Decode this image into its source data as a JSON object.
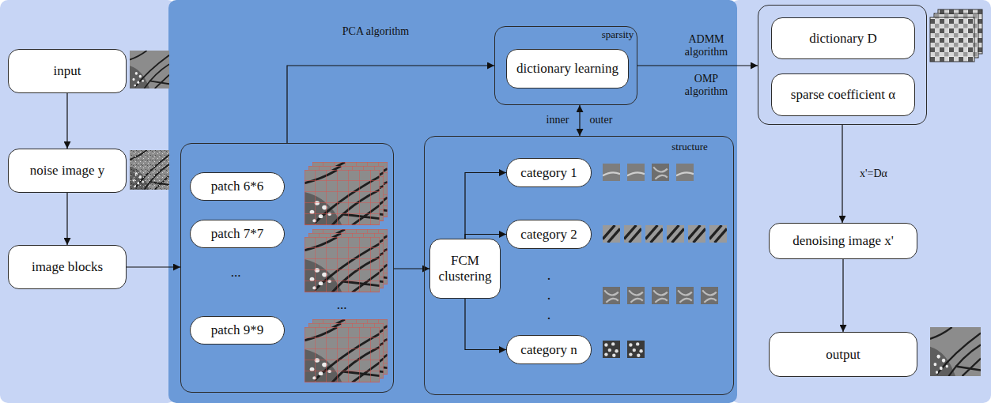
{
  "diagram": {
    "nodes": [
      {
        "text": [
          "input"
        ]
      },
      {
        "text": [
          "noise image y"
        ]
      },
      {
        "text": [
          "image blocks"
        ]
      },
      {
        "text": [
          "...",
          "..."
        ]
      },
      {
        "text": [
          "patch 6*6"
        ],
        "in": 3
      },
      {
        "text": [
          "patch 7*7"
        ],
        "in": 3
      },
      {
        "text": [
          "patch 9*9"
        ],
        "in": 3
      },
      {
        "text": [
          "sparsity"
        ]
      },
      {
        "text": [
          "dictionary learning"
        ],
        "in": 7
      },
      {
        "text": [
          "structure"
        ]
      },
      {
        "text": [
          "FCM clustering"
        ],
        "in": 9
      },
      {
        "text": [
          "category 1"
        ],
        "in": 9
      },
      {
        "text": [
          "category 2"
        ],
        "in": 9
      },
      {
        "text": [
          "category n"
        ],
        "in": 9
      },
      {
        "text": []
      },
      {
        "text": [
          "dictionary D"
        ],
        "in": 14
      },
      {
        "text": [
          "sparse coefficient α"
        ],
        "in": 14
      },
      {
        "text": [
          "denoising image x'"
        ]
      },
      {
        "text": [
          "output"
        ]
      }
    ],
    "edges": [
      {
        "from": 0,
        "to": 1,
        "arrow": "to"
      },
      {
        "from": 1,
        "to": 2,
        "arrow": "to"
      },
      {
        "from": 2,
        "to": 3,
        "arrow": "to"
      },
      {
        "from": 3,
        "to": 7,
        "arrow": "to"
      },
      {
        "from": 3,
        "to": 10,
        "arrow": "to"
      },
      {
        "from": 10,
        "to": 11,
        "arrow": "to"
      },
      {
        "from": 10,
        "to": 12,
        "arrow": "to"
      },
      {
        "from": 10,
        "to": 13,
        "arrow": "to"
      },
      {
        "from": 7,
        "to": 9,
        "arrow": "both"
      },
      {
        "from": 7,
        "to": 14,
        "arrow": "to"
      },
      {
        "from": 14,
        "to": 17,
        "arrow": "to",
        "label": "x'=Dα"
      },
      {
        "from": 17,
        "to": 18,
        "arrow": "to"
      }
    ],
    "labels": [
      "PCA algorithm",
      "ADMM algorithm",
      "OMP algorithm",
      "inner",
      "outer",
      ".",
      ".",
      "."
    ]
  }
}
